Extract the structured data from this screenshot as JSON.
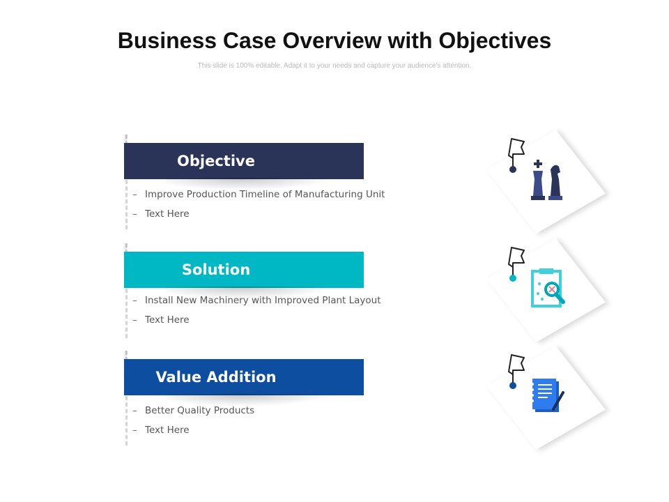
{
  "header": {
    "title": "Business Case Overview with Objectives",
    "subtitle": "This slide is 100% editable. Adapt it to your needs and capture your audience's attention."
  },
  "sections": [
    {
      "label": "Objective",
      "color": "#2a3358",
      "icon": "chess-pieces-icon",
      "items": [
        "Improve Production Timeline of Manufacturing Unit",
        "Text Here"
      ]
    },
    {
      "label": "Solution",
      "color": "#00b8c4",
      "icon": "clipboard-magnifier-icon",
      "items": [
        "Install New Machinery with Improved Plant Layout",
        "Text Here"
      ]
    },
    {
      "label": "Value Addition",
      "color": "#0d4ea0",
      "icon": "notebook-pen-icon",
      "items": [
        "Better Quality Products",
        "Text Here"
      ]
    }
  ],
  "pin_icon": "push-pin-icon",
  "dash": "–"
}
